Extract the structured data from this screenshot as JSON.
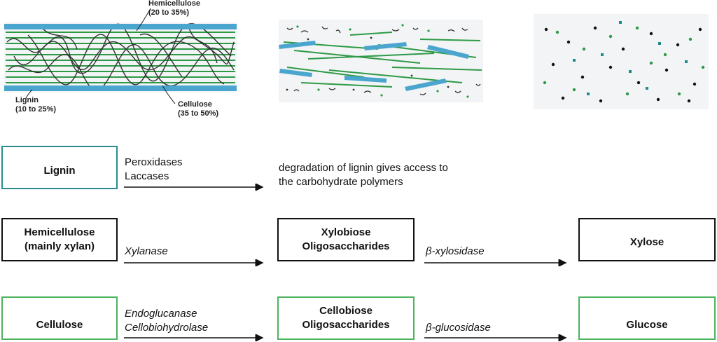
{
  "structure_labels": {
    "hemicellulose": {
      "name": "Hemicellulose",
      "range": "(20 to 35%)"
    },
    "lignin": {
      "name": "Lignin",
      "range": "(10 to 25%)"
    },
    "cellulose": {
      "name": "Cellulose",
      "range": "(35 to 50%)"
    }
  },
  "colors": {
    "fiber": "#4aa6cf",
    "strand": "#2e9a45",
    "lignin": "#333333",
    "sugar_teal": "#1e8b8b"
  },
  "rows": {
    "lignin": {
      "substrate": "Lignin",
      "enzymes": [
        "Peroxidases",
        "Laccases"
      ],
      "note_lines": [
        "degradation of lignin gives access to",
        "the carbohydrate polymers"
      ]
    },
    "hemicellulose": {
      "substrate": [
        "Hemicellulose",
        "(mainly xylan)"
      ],
      "enzyme1": "Xylanase",
      "intermediate": [
        "Xylobiose",
        "Oligosaccharides"
      ],
      "enzyme2": "β-xylosidase",
      "product": "Xylose"
    },
    "cellulose": {
      "substrate": "Cellulose",
      "enzyme1": [
        "Endoglucanase",
        "Cellobiohydrolase"
      ],
      "intermediate": [
        "Cellobiose",
        "Oligosaccharides"
      ],
      "enzyme2": "β-glucosidase",
      "product": "Glucose"
    }
  }
}
